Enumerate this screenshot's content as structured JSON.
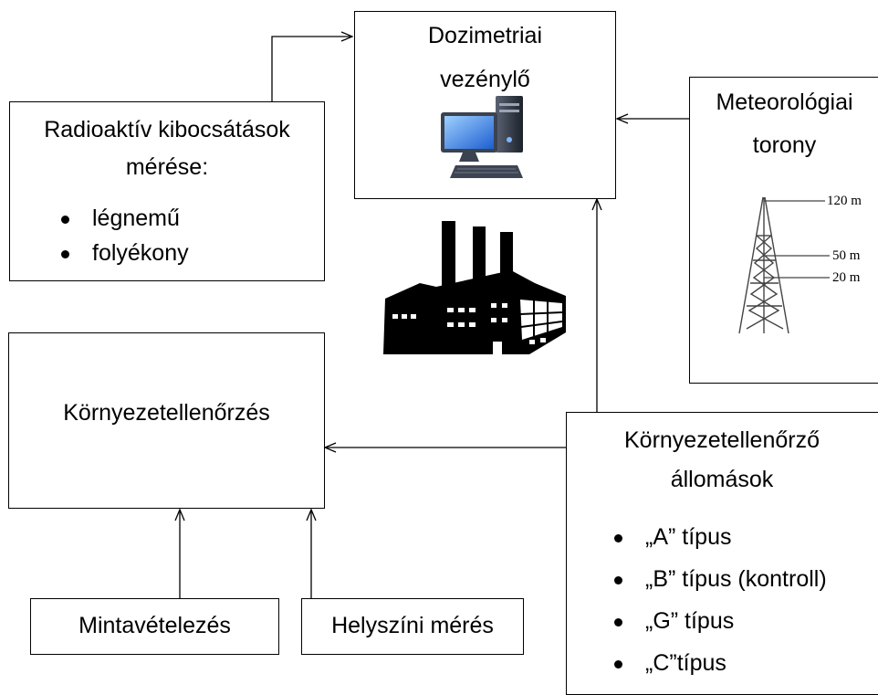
{
  "dozimetriai": {
    "title_line1": "Dozimetriai",
    "title_line2": "vezénylő",
    "icon": "desktop-computer-icon"
  },
  "radioaktiv": {
    "title_line1": "Radioaktív kibocsátások",
    "title_line2": "mérése:",
    "items": [
      "légnemű",
      "folyékony"
    ]
  },
  "meteorologiai": {
    "title_line1": "Meteorológiai",
    "title_line2": "torony",
    "icon": "weather-tower-icon",
    "heights": [
      "120 m",
      "50 m",
      "20 m"
    ]
  },
  "factory": {
    "icon": "factory-icon"
  },
  "kornyezetellenorzes": {
    "title": "Környezetellenőrzés"
  },
  "allomasok": {
    "title_line1": "Környezetellenőrző",
    "title_line2": "állomások",
    "items": [
      "„A” típus",
      "„B” típus (kontroll)",
      "„G” típus",
      "„C”típus"
    ]
  },
  "mintavetelezes": {
    "title": "Mintavételezés"
  },
  "helyszini": {
    "title": "Helyszíni mérés"
  }
}
